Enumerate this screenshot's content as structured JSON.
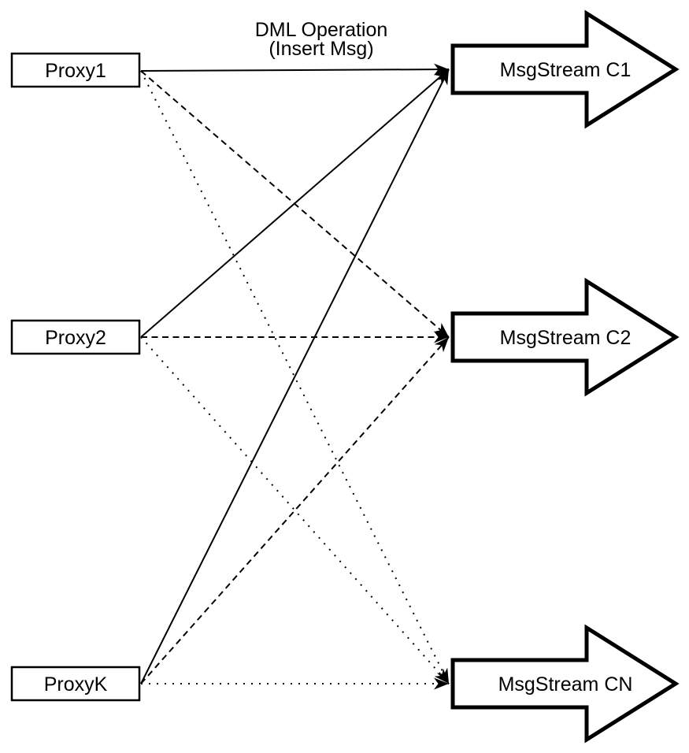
{
  "diagram": {
    "background_color": "#ffffff",
    "stroke_color": "#000000",
    "node_fill_color": "#ffffff",
    "annotation": {
      "line1": "DML Operation",
      "line2": "(Insert Msg)"
    },
    "proxies": [
      {
        "id": "proxy1",
        "label": "Proxy1"
      },
      {
        "id": "proxy2",
        "label": "Proxy2"
      },
      {
        "id": "proxyk",
        "label": "ProxyK"
      }
    ],
    "streams": [
      {
        "id": "c1",
        "label": "MsgStream C1"
      },
      {
        "id": "c2",
        "label": "MsgStream C2"
      },
      {
        "id": "cn",
        "label": "MsgStream CN"
      }
    ],
    "edges": [
      {
        "from": "proxy1",
        "to": "c1",
        "style": "solid"
      },
      {
        "from": "proxy1",
        "to": "c2",
        "style": "dashed"
      },
      {
        "from": "proxy1",
        "to": "cn",
        "style": "dotted"
      },
      {
        "from": "proxy2",
        "to": "c1",
        "style": "solid"
      },
      {
        "from": "proxy2",
        "to": "c2",
        "style": "dashed"
      },
      {
        "from": "proxy2",
        "to": "cn",
        "style": "dotted"
      },
      {
        "from": "proxyk",
        "to": "c1",
        "style": "solid"
      },
      {
        "from": "proxyk",
        "to": "c2",
        "style": "dashed"
      },
      {
        "from": "proxyk",
        "to": "cn",
        "style": "dotted"
      }
    ]
  }
}
